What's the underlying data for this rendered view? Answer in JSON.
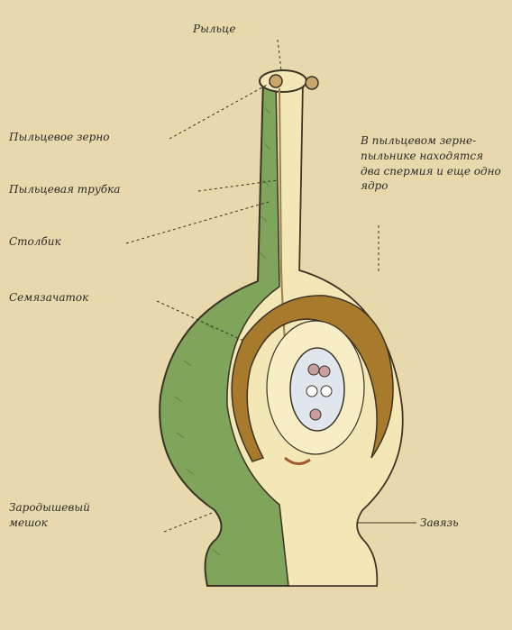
{
  "labels": {
    "stigma": "Рыльце",
    "pollen_grain": "Пыльцевое зерно",
    "pollen_tube": "Пыльцевая трубка",
    "style": "Столбик",
    "ovule": "Семязачаток",
    "embryo_sac": "Зародышевый мешок",
    "ovary": "Завязь",
    "note": "В пыльцевом зерне-пыльнике находятся два спермия и еще одно ядро"
  },
  "colors": {
    "background": "#e8d9ac",
    "outer_wall": "#7fa55a",
    "inner_tissue": "#f3e7b5",
    "ovule_integument": "#a87a2b",
    "embryo_sac": "#dfe6ee",
    "outline": "#3c3226"
  }
}
